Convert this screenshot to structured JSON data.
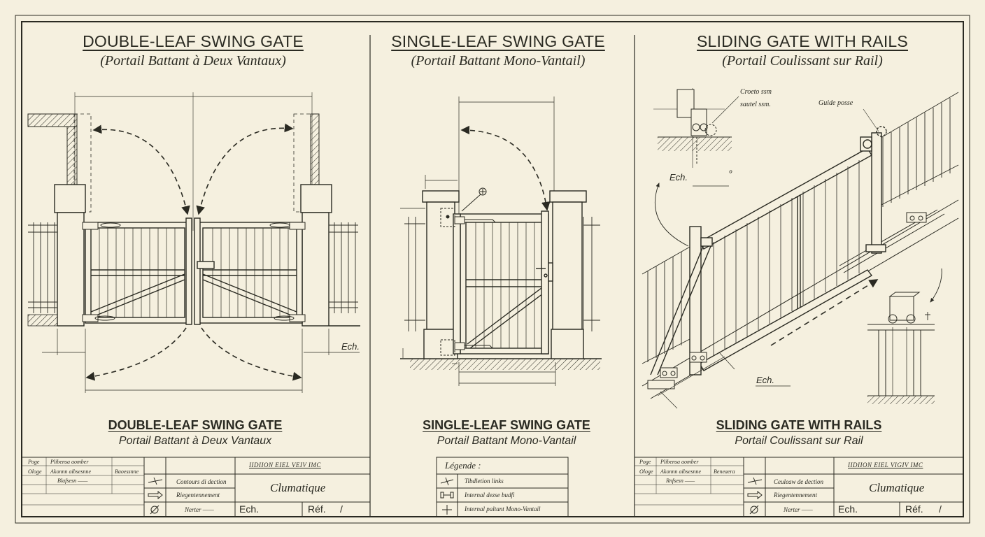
{
  "panels": [
    {
      "title": "DOUBLE-LEAF SWING GATE",
      "subtitle": "(Portail Battant à Deux Vantaux)",
      "caption_title": "DOUBLE-LEAF SWING GATE",
      "caption_subtitle": "Portail Battant à Deux Vantaux",
      "scale_label": "Ech."
    },
    {
      "title": "SINGLE-LEAF SWING GATE",
      "subtitle": "(Portail Battant Mono-Vantail)",
      "caption_title": "SINGLE-LEAF SWING GATE",
      "caption_subtitle": "Portail Battant Mono-Vantail"
    },
    {
      "title": "SLIDING GATE WITH RAILS",
      "subtitle": "(Portail Coulissant sur Rail)",
      "caption_title": "SLIDING GATE WITH RAILS",
      "caption_subtitle": "Portail Coulissant sur Rail",
      "detail_label_1": "Croeto ssm",
      "detail_label_2": "sautel ssm.",
      "guide_label": "Guide posse",
      "scale_label_top": "Ech.",
      "scale_label_top_suffix": "º",
      "scale_label_bottom": "Ech."
    }
  ],
  "title_blocks": [
    {
      "rows_left": [
        {
          "a": "Poge",
          "b": "Plibensa aomber",
          "c": ""
        },
        {
          "a": "Ologe",
          "b": "Akonnn aibsesnne",
          "c": "Baoessnne"
        },
        {
          "a": "",
          "b": "Blafsesn ——",
          "c": ""
        }
      ],
      "symbols": [
        {
          "icon": "break-line-icon",
          "text": "Contours di dection"
        },
        {
          "icon": "arrow-icon",
          "text": "Riegentennement"
        },
        {
          "icon": "diameter-icon",
          "text": "Nerter ——"
        }
      ],
      "code": "IIDIION EIEL VEIV IMC",
      "brand": "Clumatique",
      "ech": "Ech.",
      "ref": "Réf.",
      "ref_mark": "/"
    },
    {
      "rows_left": [
        {
          "a": "Poge",
          "b": "Plibensa aomber",
          "c": ""
        },
        {
          "a": "Ologe",
          "b": "Akonnn aibsesnne",
          "c": "Beneaera"
        },
        {
          "a": "",
          "b": "Rnfsesn ——",
          "c": ""
        }
      ],
      "symbols": [
        {
          "icon": "break-line-icon",
          "text": "Ceuleaw de dection"
        },
        {
          "icon": "arrow-icon",
          "text": "Riegentennement"
        },
        {
          "icon": "diameter-icon",
          "text": "Nerter ——"
        }
      ],
      "code": "IIDIION EIEL VIGIV IMC",
      "brand": "Clumatique",
      "ech": "Ech.",
      "ref": "Réf.",
      "ref_mark": "/"
    }
  ],
  "legend": {
    "title": "Légende :",
    "items": [
      {
        "icon": "break-line-icon",
        "text": "Tibdletion links"
      },
      {
        "icon": "hinge-icon",
        "text": "Internal dezse budfi"
      },
      {
        "icon": "crosshair-icon",
        "text": "Internal paltant Mono-Vantail"
      }
    ]
  },
  "colors": {
    "paper": "#f5f0df",
    "ink": "#2a2a22"
  }
}
